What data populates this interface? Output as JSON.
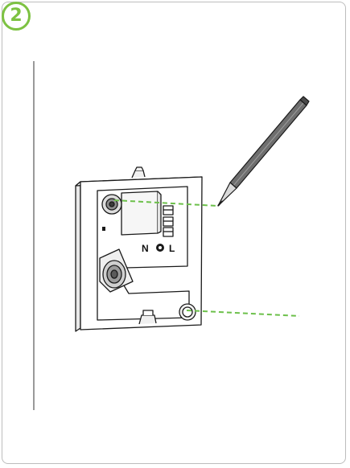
{
  "step": {
    "number": "2",
    "accent_color": "#7dc242"
  },
  "illustration": {
    "icon": "mounting-plate-with-pencil",
    "terminal_labels": {
      "neutral": "N",
      "live": "L"
    },
    "guide_line_color": "#6cc04a"
  }
}
